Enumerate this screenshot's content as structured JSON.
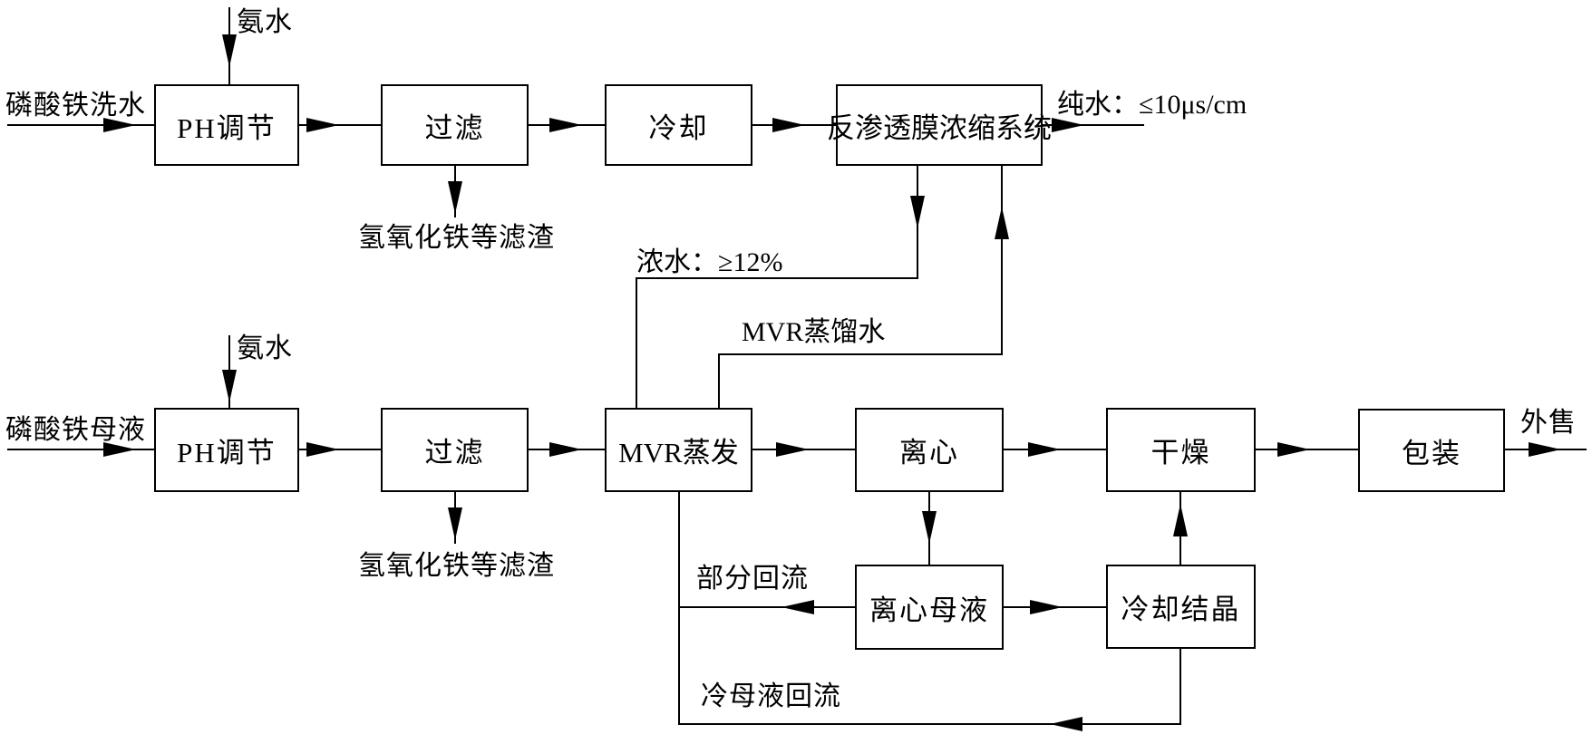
{
  "diagram": {
    "type": "process-flow-diagram",
    "colors": {
      "background": "#ffffff",
      "line": "#000000",
      "text": "#000000"
    },
    "nodes": {
      "ph_adjust_1": "PH调节",
      "filter_1": "过滤",
      "cooling": "冷却",
      "ro_system": "反渗透膜浓缩系统",
      "ph_adjust_2": "PH调节",
      "filter_2": "过滤",
      "mvr_evaporation": "MVR蒸发",
      "centrifuge": "离心",
      "drying": "干燥",
      "packaging": "包装",
      "centrifuge_mother_liquor": "离心母液",
      "cooling_crystallization": "冷却结晶"
    },
    "labels": {
      "ammonia_top": "氨水",
      "ammonia_bottom": "氨水",
      "wash_water_input": "磷酸铁洗水",
      "mother_liquor_input": "磷酸铁母液",
      "filter_residue_top": "氢氧化铁等滤渣",
      "filter_residue_bottom": "氢氧化铁等滤渣",
      "concentrated_water": "浓水：≥12%",
      "mvr_distilled_water": "MVR蒸馏水",
      "pure_water_output": "纯水：≤10μs/cm",
      "external_sale": "外售",
      "partial_reflux": "部分回流",
      "cold_mother_liquor_reflux": "冷母液回流"
    }
  }
}
